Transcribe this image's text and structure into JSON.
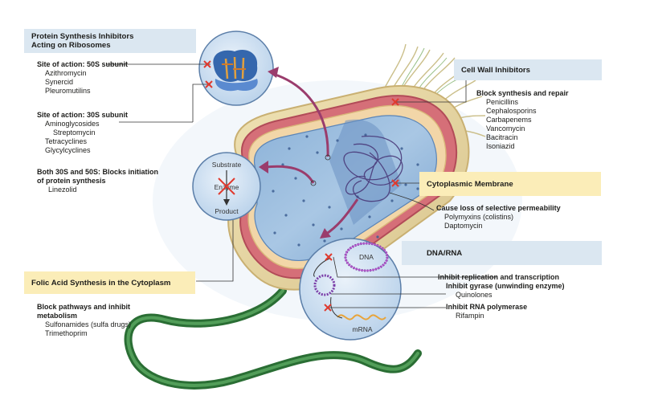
{
  "protein": {
    "title_line1": "Protein Synthesis Inhibitors",
    "title_line2": "Acting on Ribosomes",
    "s50_heading": "Site of action: 50S subunit",
    "s50_drugs": [
      "Azithromycin",
      "Synercid",
      "Pleuromutilins"
    ],
    "s30_heading": "Site of action: 30S subunit",
    "s30_drugs": [
      "Aminoglycosides",
      "Streptomycin",
      "Tetracyclines",
      "Glycylcyclines"
    ],
    "both_heading_line1": "Both 30S and 50S: Blocks initiation",
    "both_heading_line2": "of protein synthesis",
    "both_drugs": [
      "Linezolid"
    ]
  },
  "folic": {
    "title": "Folic Acid Synthesis in the Cytoplasm",
    "heading_line1": "Block pathways and inhibit",
    "heading_line2": "metabolism",
    "drugs": [
      "Sulfonamides (sulfa drugs)",
      "Trimethoprim"
    ]
  },
  "cellwall": {
    "title": "Cell Wall Inhibitors",
    "heading": "Block synthesis and repair",
    "drugs": [
      "Penicillins",
      "Cephalosporins",
      "Carbapenems",
      "Vancomycin",
      "Bacitracin",
      "Isoniazid"
    ]
  },
  "membrane": {
    "title": "Cytoplasmic Membrane",
    "heading": "Cause loss of selective permeability",
    "drugs": [
      "Polymyxins (colistins)",
      "Daptomycin"
    ]
  },
  "dna": {
    "title": "DNA/RNA",
    "heading1": "Inhibit replication and transcription",
    "heading2": "Inhibit gyrase (unwinding enzyme)",
    "drug2": "Quinolones",
    "heading3": "Inhibit RNA polymerase",
    "drug3": "Rifampin"
  },
  "enzyme_circle": {
    "substrate": "Substrate",
    "enzyme": "Enzyme",
    "product": "Product"
  },
  "dna_circle": {
    "dna": "DNA",
    "mrna": "mRNA"
  },
  "colors": {
    "label_blue": "#dbe7f1",
    "label_yellow": "#fbedb8",
    "inhibit_red": "#e03a2f",
    "arrow_purple": "#9a3c6c",
    "flagellum_green": "#2f7d3a"
  }
}
